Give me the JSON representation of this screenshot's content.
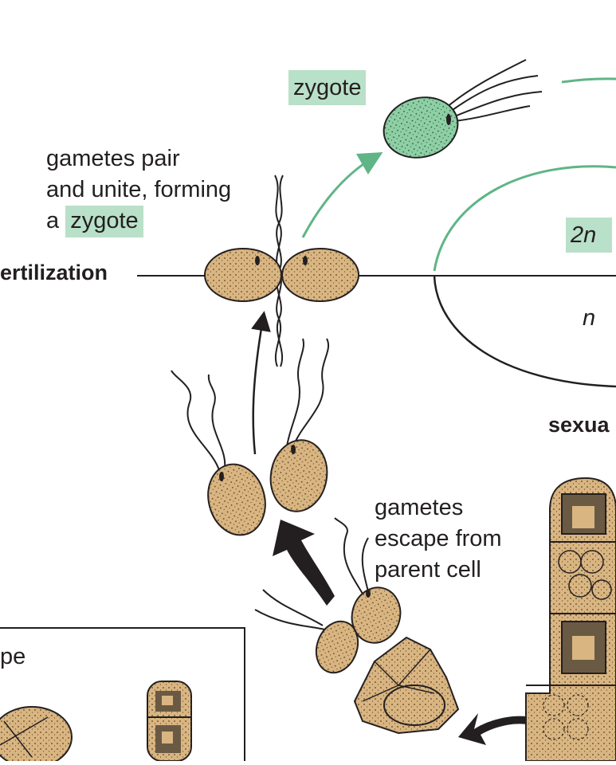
{
  "labels": {
    "zygote": "zygote",
    "gametes_pair_line1": "gametes pair",
    "gametes_pair_line2": "and unite, forming",
    "gametes_pair_line3_prefix": "a",
    "gametes_pair_line3_highlight": "zygote",
    "fertilization": "ertilization",
    "ploidy_diploid": "2n",
    "ploidy_haploid": "n",
    "sexual": "sexua",
    "gametes_escape_line1": "gametes",
    "gametes_escape_line2": "escape from",
    "gametes_escape_line3": "parent cell",
    "inset_fragment": "pe"
  },
  "colors": {
    "cell_fill": "#d9b582",
    "cell_outline": "#231f20",
    "zygote_fill": "#8fcfa5",
    "highlight": "#b9e0c8",
    "cycle_green": "#5fb586",
    "text": "#231f20"
  }
}
